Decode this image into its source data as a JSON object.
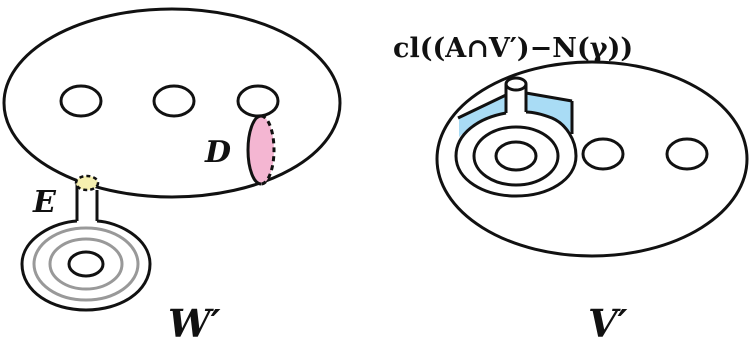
{
  "diagram": {
    "left": {
      "name_label": "W′",
      "disk_d_label": "D",
      "disk_e_label": "E",
      "colors": {
        "disk_d_fill": "#f4b6d2",
        "disk_e_fill": "#f6f0b0"
      }
    },
    "right": {
      "name_label": "V′",
      "caption": "cl((A∩V′)−N(γ))",
      "colors": {
        "band_fill": "#a9dcf5"
      }
    }
  }
}
